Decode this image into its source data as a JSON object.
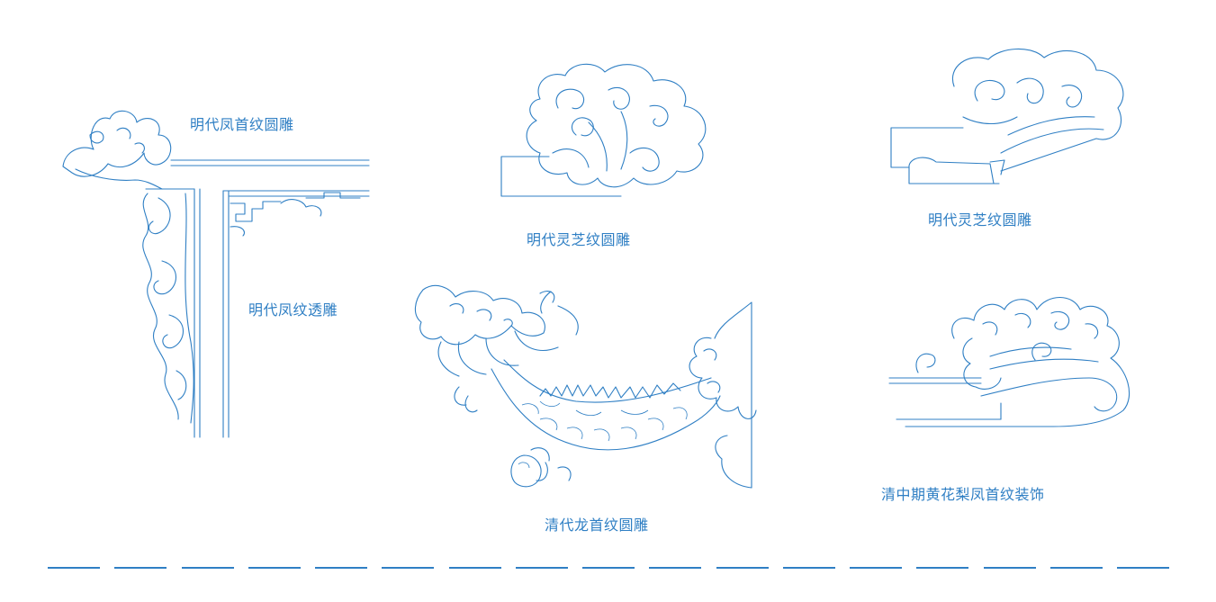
{
  "colors": {
    "line": "#2f7fc4",
    "background": "#ffffff"
  },
  "labels": {
    "ming_phoenix_head_round_carving": "明代凤首纹圆雕",
    "ming_phoenix_openwork_carving": "明代凤纹透雕",
    "ming_lingzhi_round_carving_a": "明代灵芝纹圆雕",
    "ming_lingzhi_round_carving_b": "明代灵芝纹圆雕",
    "qing_dragon_head_round_carving": "清代龙首纹圆雕",
    "mid_qing_huanghuali_phoenix_decoration": "清中期黄花梨凤首纹装饰"
  },
  "dash_count": 17
}
